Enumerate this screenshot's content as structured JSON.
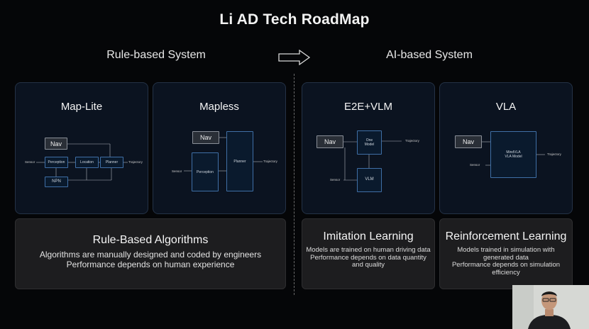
{
  "title": "Li AD Tech RoadMap",
  "sections": {
    "rule_based": "Rule-based System",
    "ai_based": "AI-based System"
  },
  "cards": {
    "map_lite": {
      "title": "Map-Lite",
      "nav": "Nav",
      "sensor": "Sensor",
      "perception": "Perception",
      "location": "Location",
      "planner": "Planner",
      "trajectory": "Trajectory",
      "npn": "NPN"
    },
    "mapless": {
      "title": "Mapless",
      "nav": "Nav",
      "sensor": "Sensor",
      "perception": "Perception",
      "planner": "Planner",
      "trajectory": "Trajectory"
    },
    "e2e_vlm": {
      "title": "E2E+VLM",
      "nav": "Nav",
      "one_model_1": "One",
      "one_model_2": "Model",
      "trajectory": "Trajectory",
      "sensor": "Sensor",
      "vlm": "VLM"
    },
    "vla": {
      "title": "VLA",
      "nav": "Nav",
      "model_1": "MindVLA",
      "model_2": "VLA Model",
      "sensor": "Sensor",
      "trajectory": "Trajectory"
    }
  },
  "bottom": {
    "rule": {
      "title": "Rule-Based Algorithms",
      "line1": "Algorithms are manually designed and coded by engineers",
      "line2": "Performance depends on human experience"
    },
    "imitation": {
      "title": "Imitation Learning",
      "line1": "Models are trained on human driving data",
      "line2": "Performance depends on data quantity",
      "line3": "and quality"
    },
    "reinforcement": {
      "title": "Reinforcement Learning",
      "line1": "Models trained in simulation with",
      "line2": "generated data",
      "line3": "Performance depends on simulation",
      "line4": "efficiency"
    }
  },
  "colors": {
    "background": "#050608",
    "card": "#0b1320",
    "card_border": "#243246",
    "node_border": "#3f6fa6",
    "bottom_panel": "#1d1d1f"
  }
}
